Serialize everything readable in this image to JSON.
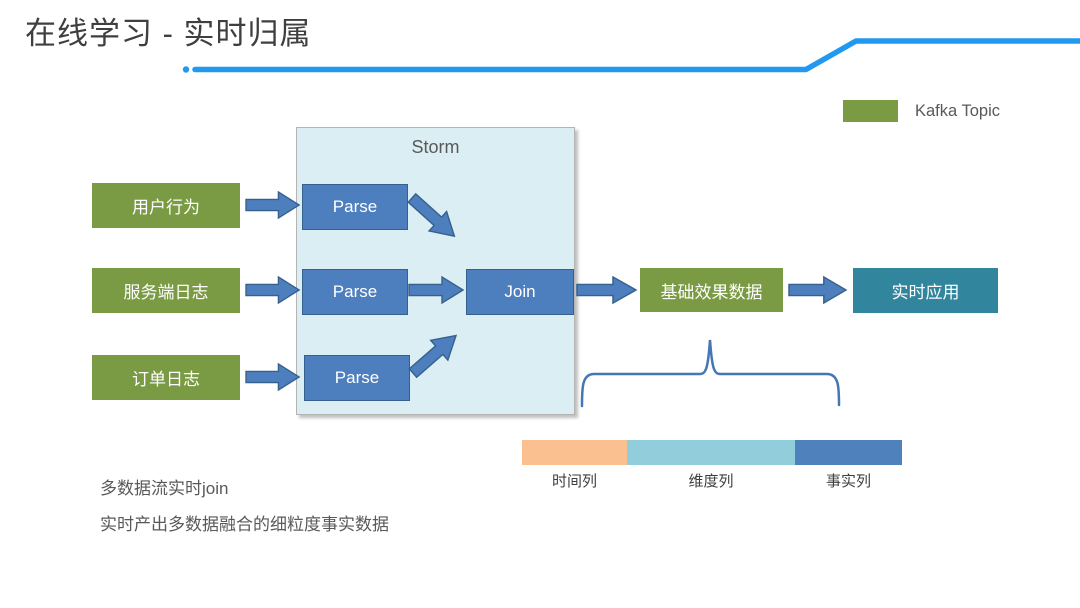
{
  "slide": {
    "title": "在线学习 - 实时归属",
    "notes": [
      "多数据流实时join",
      "实时产出多数据融合的细粒度事实数据"
    ]
  },
  "legend": {
    "label": "Kafka Topic"
  },
  "flow": {
    "container_label": "Storm",
    "sources": [
      {
        "label": "用户行为"
      },
      {
        "label": "服务端日志"
      },
      {
        "label": "订单日志"
      }
    ],
    "parse_nodes": [
      {
        "label": "Parse"
      },
      {
        "label": "Parse"
      },
      {
        "label": "Parse"
      }
    ],
    "join_label": "Join",
    "result_label": "基础效果数据",
    "app_label": "实时应用"
  },
  "columns_bar": {
    "segments": [
      {
        "label": "时间列",
        "color": "#fac090"
      },
      {
        "label": "维度列",
        "color": "#92cddc"
      },
      {
        "label": "事实列",
        "color": "#4f81bd"
      }
    ]
  },
  "colors": {
    "accent-green": "#7a9a43",
    "accent-blue": "#4d7ebd",
    "arrow-border": "#36618e",
    "accent-teal": "#31859c",
    "storm-bg": "#daeef3",
    "swoosh-blue": "#2299f0",
    "brace-blue": "#4577b6",
    "title-text": "#3f3f3f",
    "muted-text": "#595959"
  }
}
